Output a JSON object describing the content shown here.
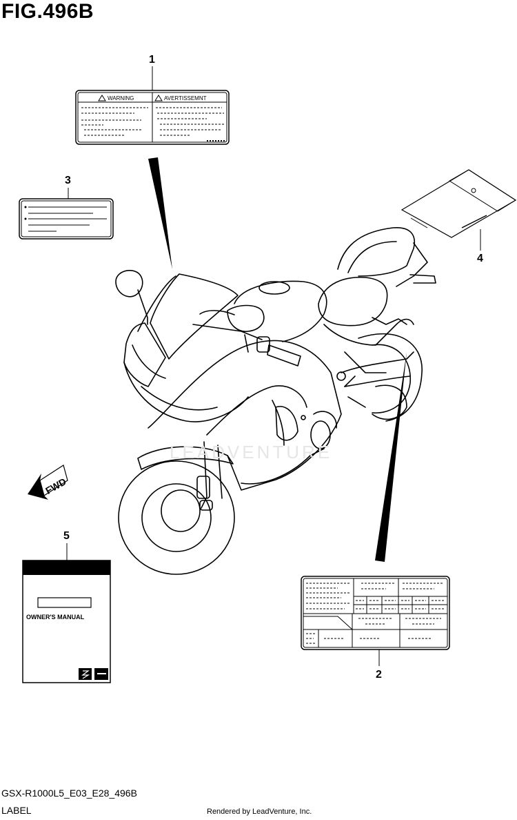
{
  "figure": {
    "title": "FIG.496B",
    "code": "GSX-R1000L5_E03_E28_496B",
    "name": "LABEL",
    "credit": "Rendered by LeadVenture, Inc."
  },
  "callouts": [
    "1",
    "2",
    "3",
    "4",
    "5"
  ],
  "label1": {
    "warning": "WARNING",
    "avertissement": "AVERTISSEMNT"
  },
  "manual": {
    "title": "OWNER'S MANUAL"
  },
  "fwd": {
    "text": "FWD"
  },
  "watermark": "LEADVENTURE"
}
